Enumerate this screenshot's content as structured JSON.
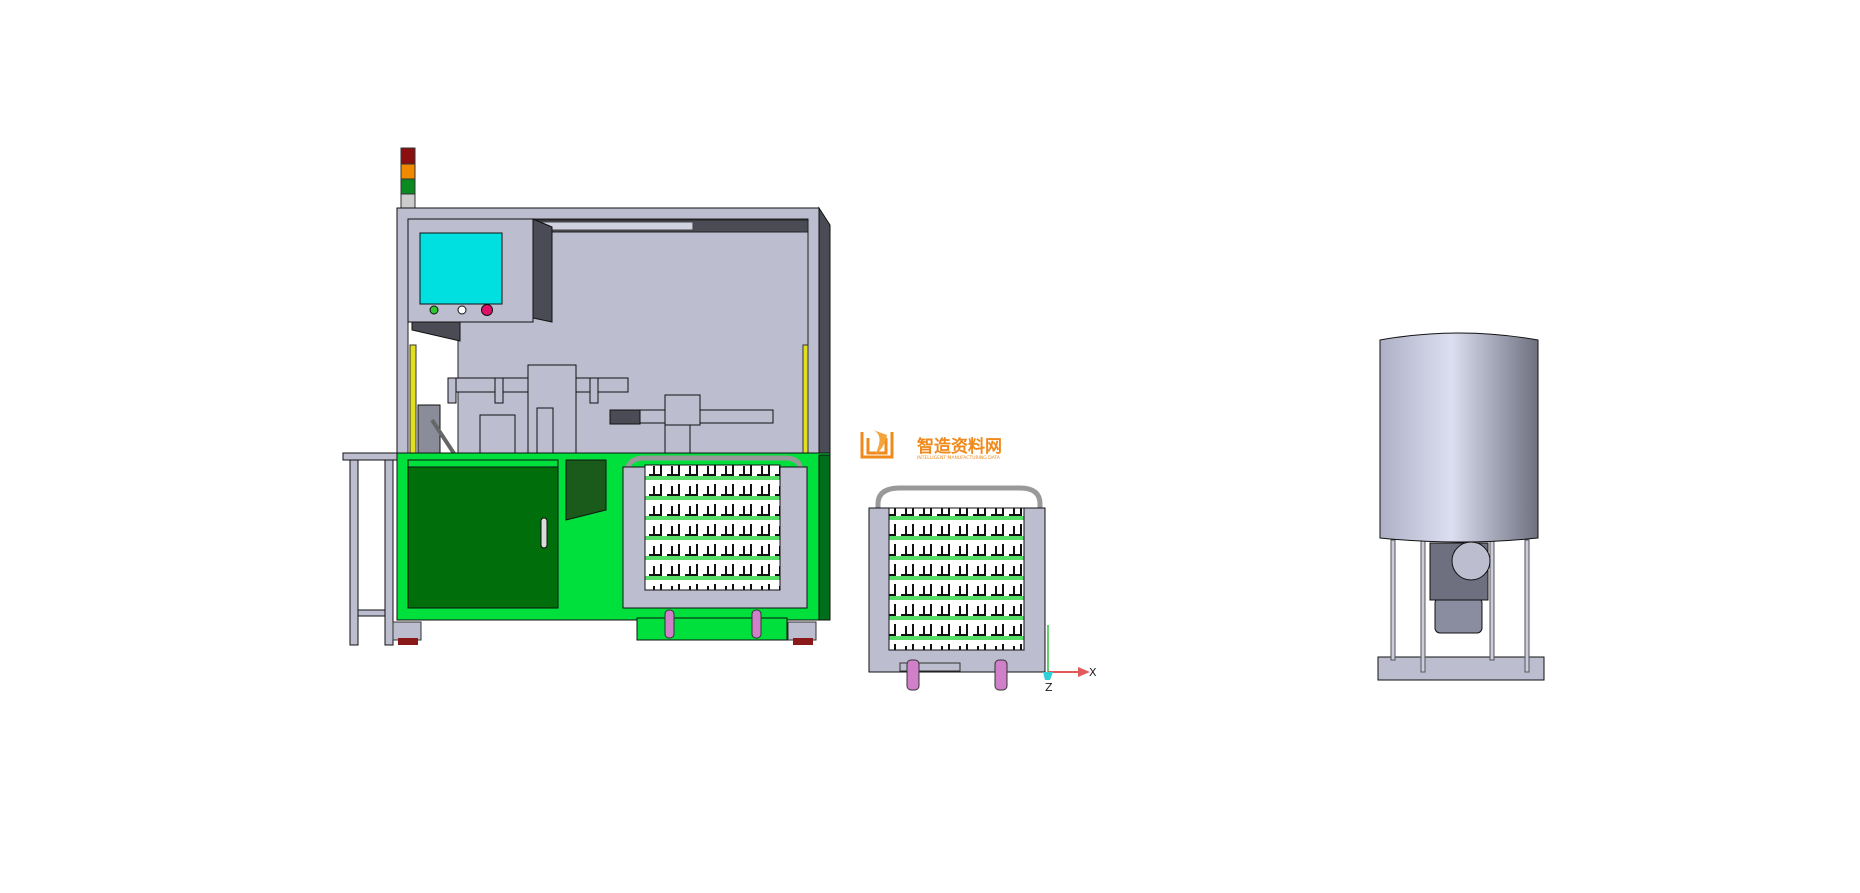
{
  "watermark": {
    "title": "智造资料网",
    "subtitle": "INTELLIGENT MANUFACTURING DATA",
    "color": "#f08a1c"
  },
  "axis_triad": {
    "x_label": "X",
    "z_label": "Z",
    "x_color": "#e05a5a",
    "y_color": "#2fbf3f",
    "z_color": "#30d0d8"
  },
  "colors": {
    "frame": "#bcbdcf",
    "screen": "#00e0e0",
    "base_green": "#00e03c",
    "door_green": "#006e0a",
    "caster": "#d080c8",
    "tower_red": "#8a1010",
    "tower_orange": "#f08a00",
    "tower_green": "#0a8a20"
  }
}
